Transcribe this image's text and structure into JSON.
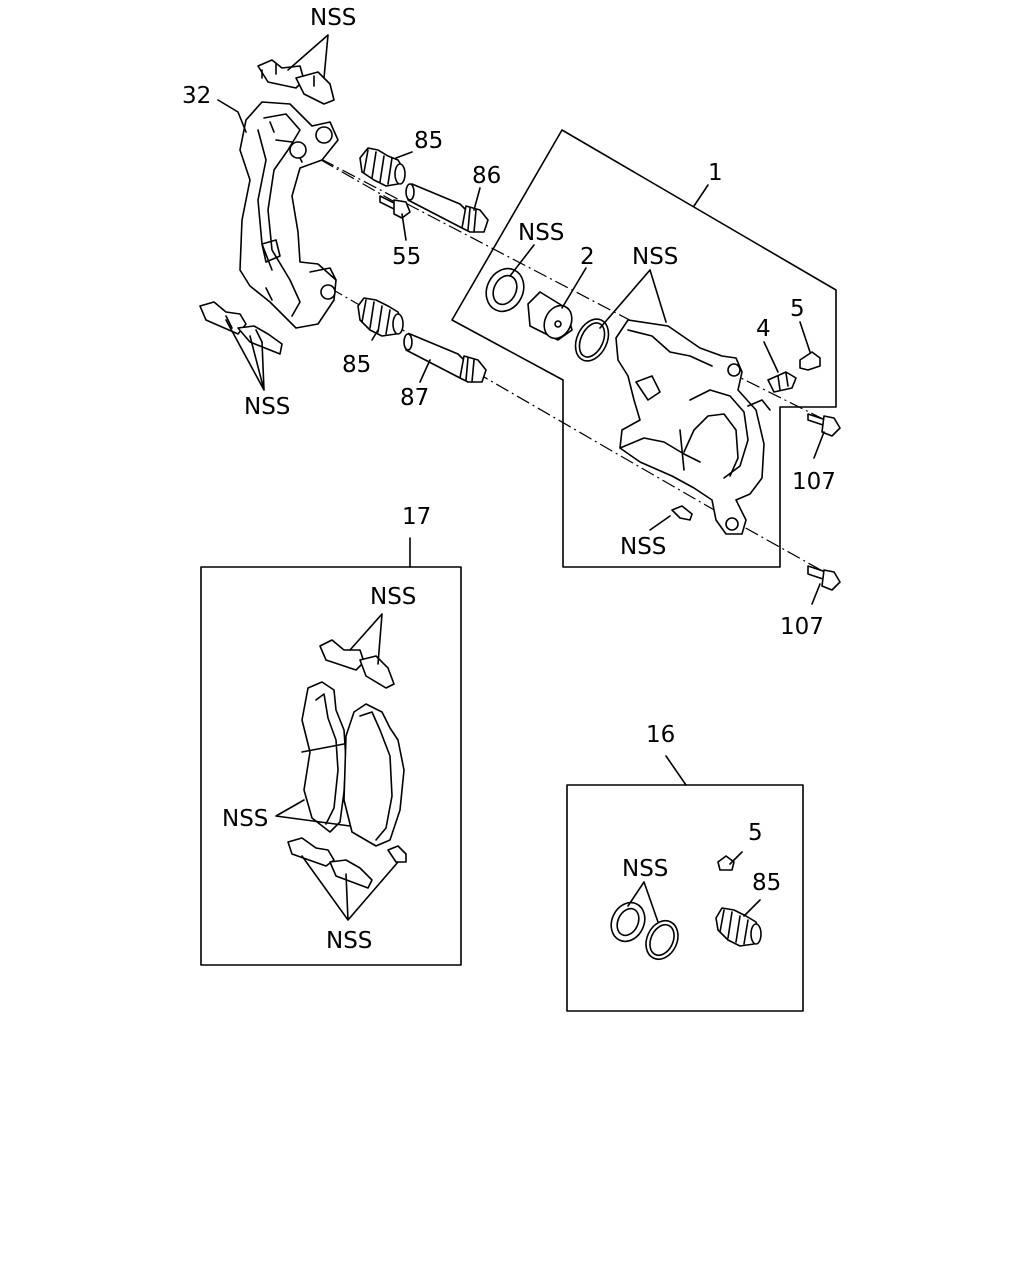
{
  "labels": {
    "nss_top": "NSS",
    "nss_left": "NSS",
    "nss_seal": "NSS",
    "nss_caliper": "NSS",
    "nss_pin": "NSS",
    "nss_kit17_top": "NSS",
    "nss_kit17_pads": "NSS",
    "nss_kit17_bottom": "NSS",
    "nss_kit16": "NSS",
    "p32": "32",
    "p85_top": "85",
    "p86": "86",
    "p1": "1",
    "p55": "55",
    "p2": "2",
    "p5_top": "5",
    "p4": "4",
    "p85_mid": "85",
    "p87": "87",
    "p107_top": "107",
    "p107_bottom": "107",
    "p17": "17",
    "p16": "16",
    "p5_kit": "5",
    "p85_kit": "85"
  }
}
